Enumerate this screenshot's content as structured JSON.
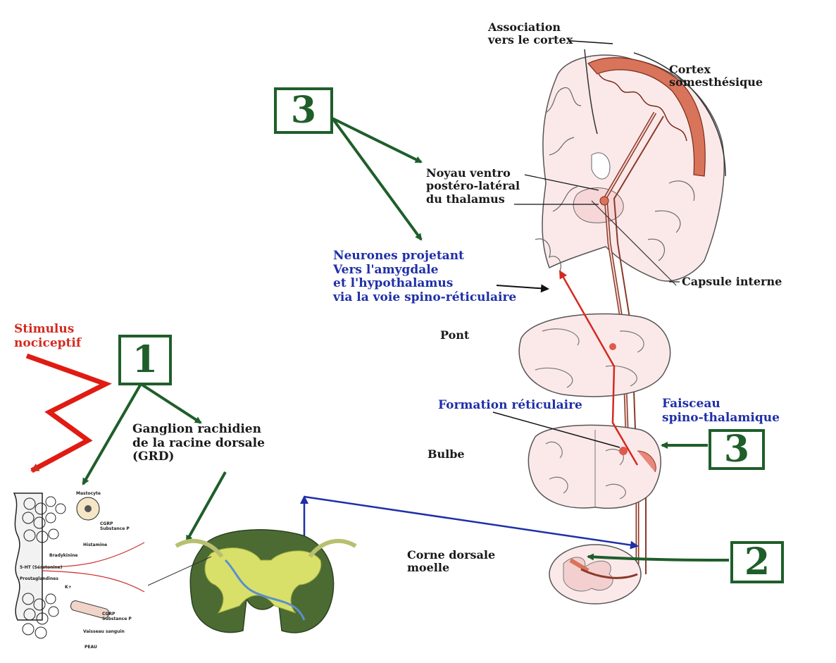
{
  "labels": {
    "association": "Association\nvers le cortex",
    "cortex": "Cortex\nsomesthésique",
    "noyau": "Noyau ventro\npostéro-latéral\ndu thalamus",
    "capsule": "Capsule interne",
    "neurones": "Neurones projetant\nVers l'amygdale\net l'hypothalamus\nvia la voie spino-réticulaire",
    "pont": "Pont",
    "formation": "Formation réticulaire",
    "faisceau": "Faisceau\nspino-thalamique",
    "bulbe": "Bulbe",
    "stimulus": "Stimulus\nnociceptif",
    "ganglion": "Ganglion rachidien\nde la racine dorsale\n(GRD)",
    "corne": "Corne dorsale\nmoelle"
  },
  "boxes": {
    "b3top": "3",
    "b1": "1",
    "b3mid": "3",
    "b2": "2"
  },
  "inset": {
    "mastocyte": "Mastocyte",
    "cgrp1": "CGRP\nSubstance P",
    "histamine": "Histamine",
    "bradykinine": "Bradykinine",
    "serotonine": "5-HT (Sérotonine)",
    "prostaglandines": "Prostaglandines",
    "k": "K+",
    "cgrp2": "CGRP\nSubstance P",
    "vaisseau": "Vaisseau sanguin",
    "peau": "PEAU"
  },
  "colors": {
    "green": "#1f5e2a",
    "red": "#d42a1f",
    "blue": "#1f2fa8",
    "cortex": "#d8745a"
  }
}
